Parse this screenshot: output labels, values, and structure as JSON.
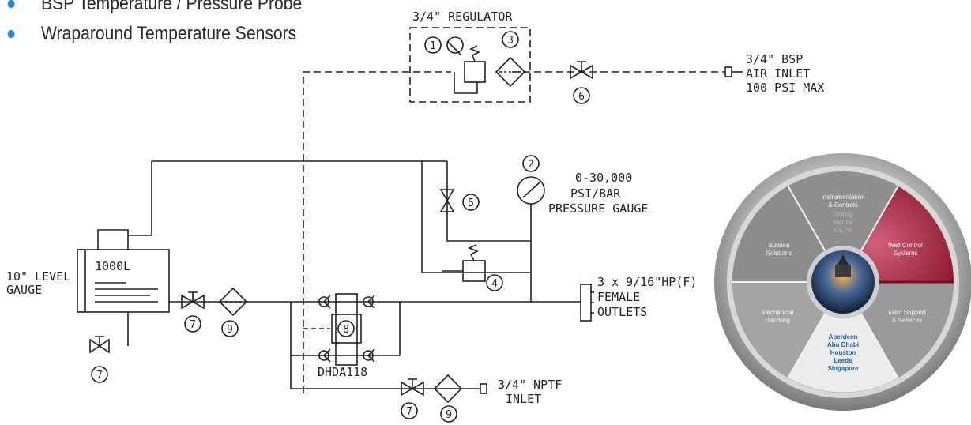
{
  "bullets": [
    "BSP Temperature / Pressure Probe",
    "Wraparound Temperature Sensors"
  ],
  "schematic": {
    "regulator_label": "3/4\" REGULATOR",
    "air_inlet": [
      "3/4\" BSP",
      "AIR INLET",
      "100 PSI MAX"
    ],
    "gauge": [
      "0-30,000",
      "PSI/BAR",
      "PRESSURE GAUGE"
    ],
    "level_gauge": [
      "10\" LEVEL",
      "GAUGE"
    ],
    "tank": "1000L",
    "outlets": [
      "3 x 9/16\"HP(F)",
      "FEMALE",
      "OUTLETS"
    ],
    "pump": "DHDA118",
    "nptf_inlet": [
      "3/4\" NPTF",
      "INLET"
    ],
    "callouts": {
      "c1": "1",
      "c2": "2",
      "c3": "3",
      "c4": "4",
      "c5": "5",
      "c6": "6",
      "c7a": "7",
      "c7b": "7",
      "c7c": "7",
      "c8": "8",
      "c9a": "9",
      "c9b": "9"
    }
  },
  "dial": {
    "top": [
      "Instrumentation",
      "& Controls",
      "Drilling",
      "Marine",
      "CCTV"
    ],
    "right": [
      "Well Control",
      "Systems"
    ],
    "left": [
      "Subsea",
      "Solutions"
    ],
    "lower_left": [
      "Mechanical",
      "Handling"
    ],
    "lower_right": [
      "Field Support",
      "& Services"
    ],
    "locations": [
      "Aberdeen",
      "Abu Dhabi",
      "Houston",
      "Leeds",
      "Singapore"
    ],
    "colors": {
      "accent_red": "#a3203a",
      "location_blue": "#1565a8"
    }
  }
}
